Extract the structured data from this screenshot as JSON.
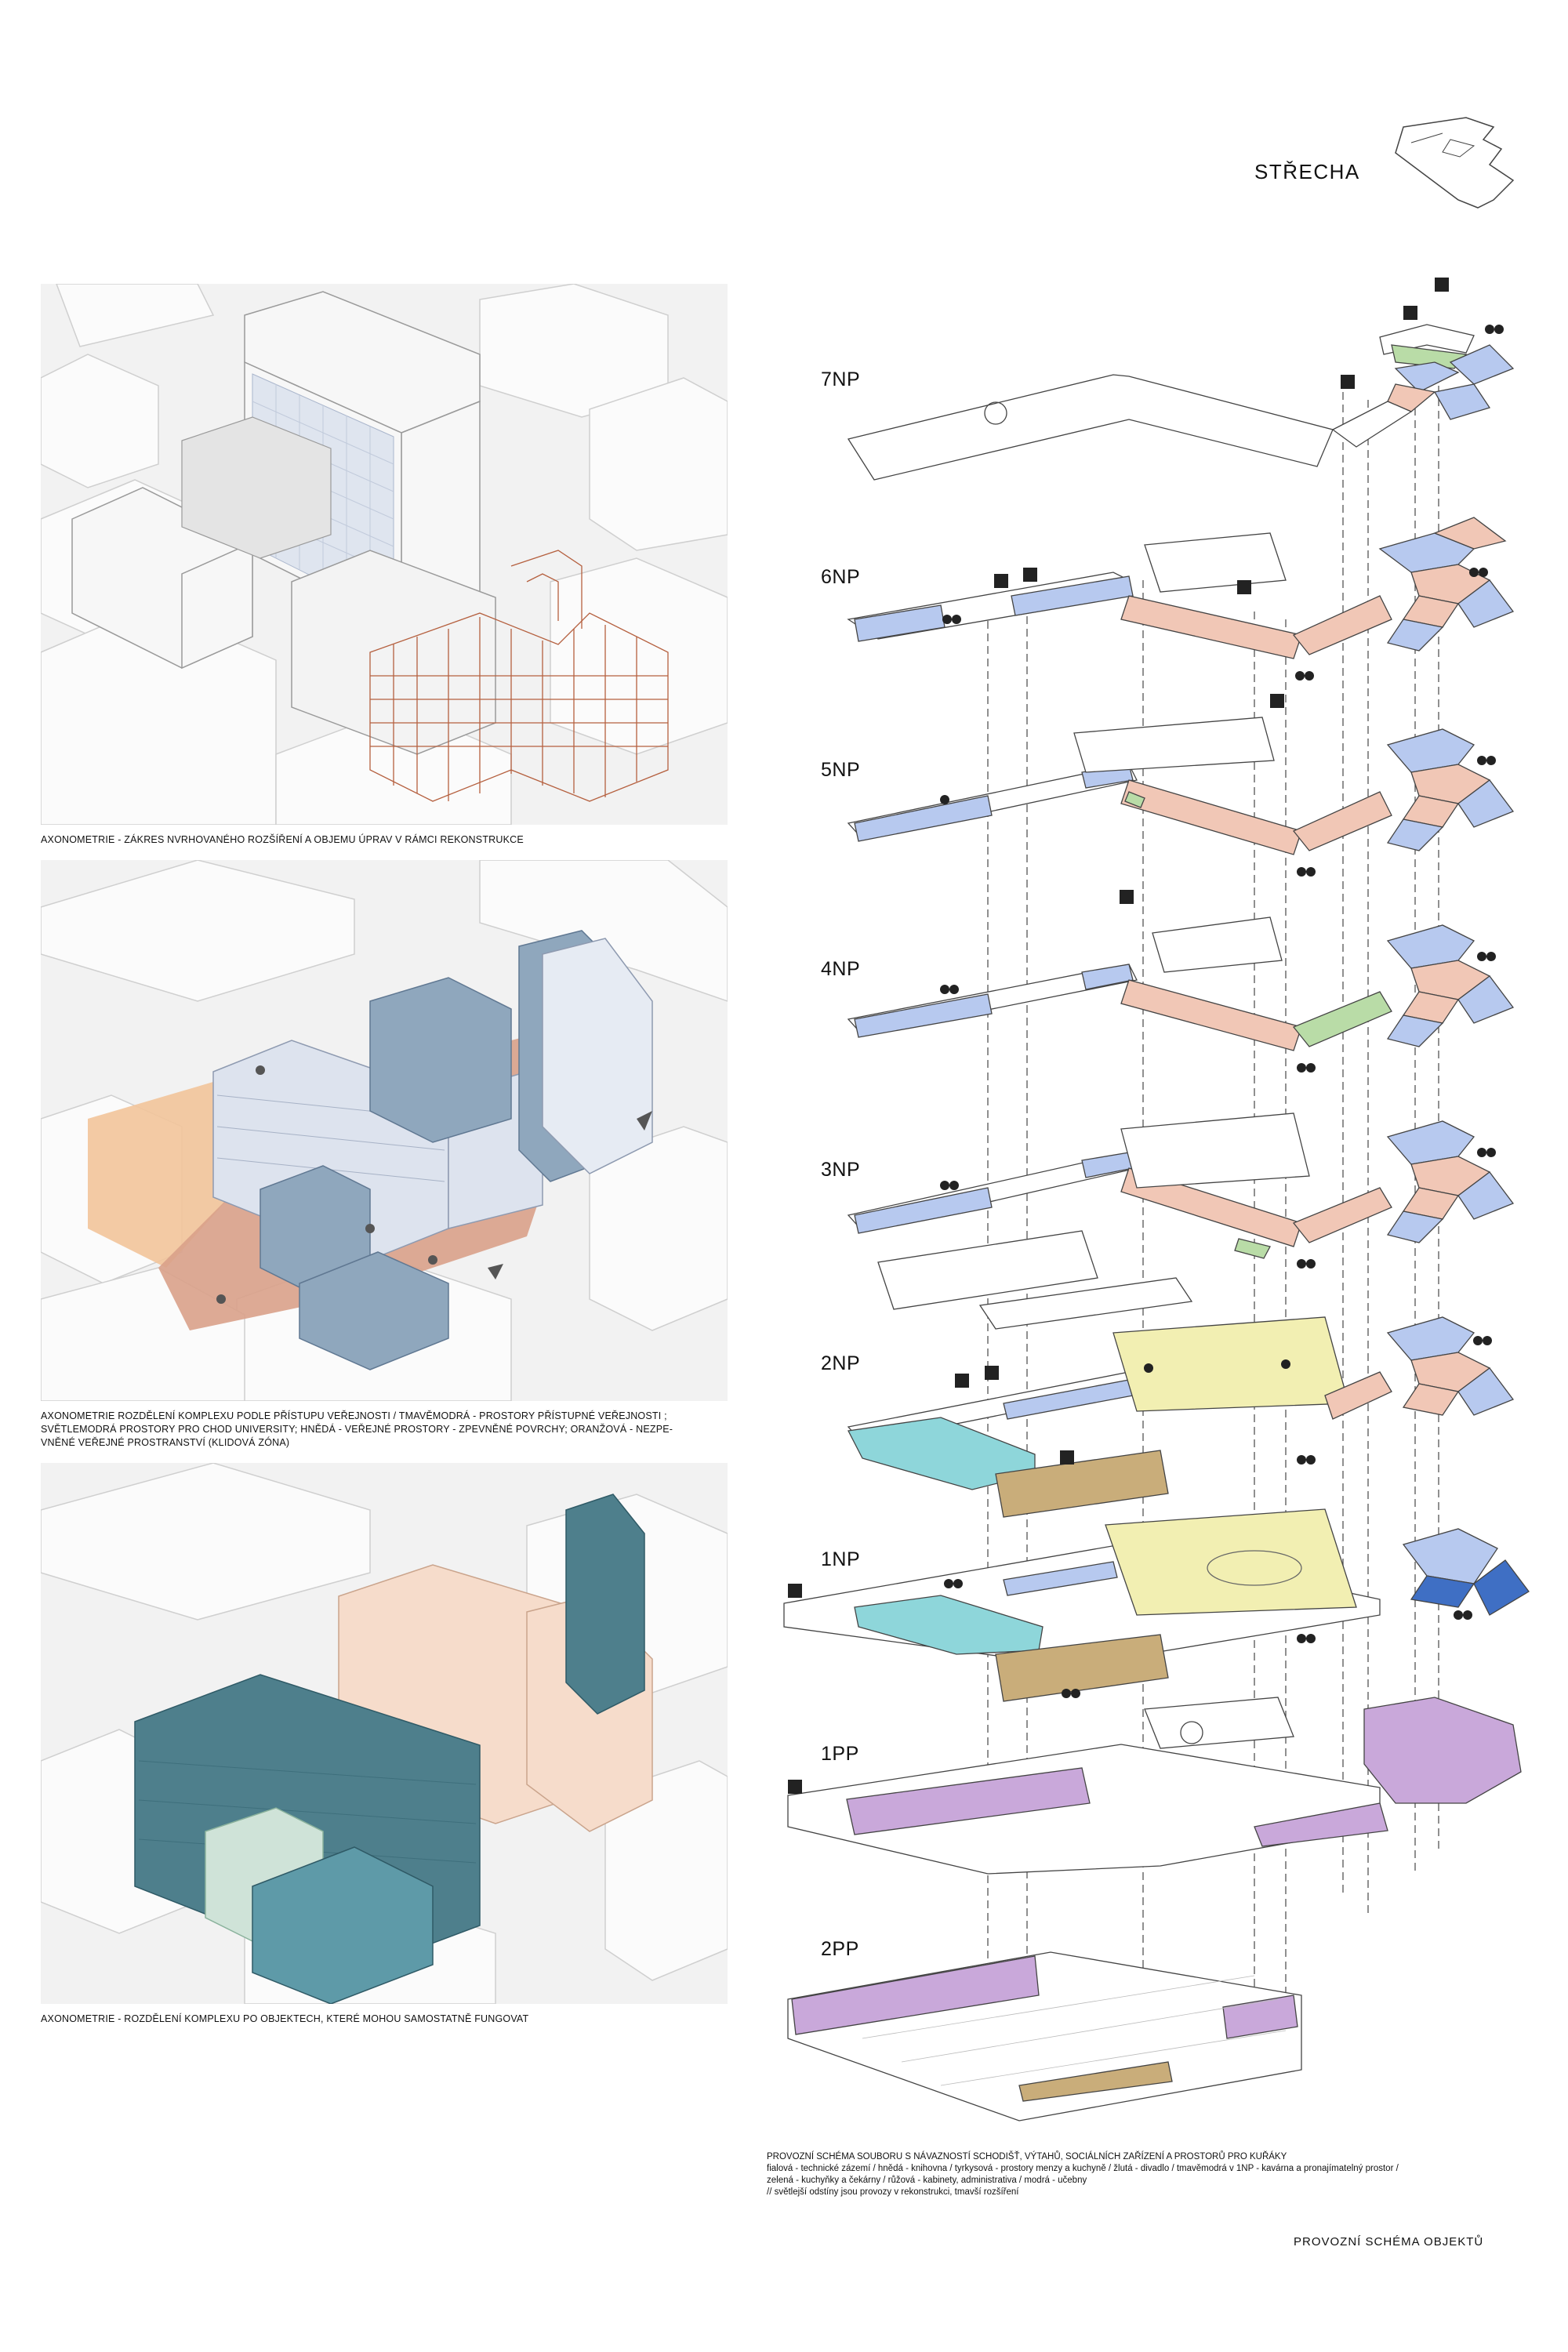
{
  "panels": {
    "p1": {
      "caption": "AXONOMETRIE - ZÁKRES NVRHOVANÉHO ROZŠÍŘENÍ A OBJEMU ÚPRAV V RÁMCI REKONSTRUKCE"
    },
    "p2": {
      "caption_lines": [
        "AXONOMETRIE ROZDĚLENÍ KOMPLEXU PODLE PŘÍSTUPU VEŘEJNOSTI / TMAVĚMODRÁ - PROSTORY PŘÍSTUPNÉ VEŘEJNOSTI ;",
        "SVĚTLEMODRÁ PROSTORY PRO CHOD UNIVERSITY; HNĚDÁ - VEŘEJNÉ PROSTORY - ZPEVNĚNÉ POVRCHY; ORANŽOVÁ - NEZPE-",
        "VNĚNÉ VEŘEJNÉ PROSTRANSTVÍ (KLIDOVÁ ZÓNA)"
      ]
    },
    "p3": {
      "caption": "AXONOMETRIE - ROZDĚLENÍ KOMPLEXU PO OBJEKTECH, KTERÉ MOHOU SAMOSTATNĚ FUNGOVAT"
    }
  },
  "roof_label": "STŘECHA",
  "floors": [
    {
      "label": "7NP"
    },
    {
      "label": "6NP"
    },
    {
      "label": "5NP"
    },
    {
      "label": "4NP"
    },
    {
      "label": "3NP"
    },
    {
      "label": "2NP"
    },
    {
      "label": "1NP"
    },
    {
      "label": "1PP"
    },
    {
      "label": "2PP"
    }
  ],
  "legend": {
    "lines": [
      "PROVOZNÍ SCHÉMA SOUBORU S NÁVAZNOSTÍ SCHODIŠŤ, VÝTAHŮ, SOCIÁLNÍCH ZAŘÍZENÍ A PROSTORŮ PRO KUŘÁKY",
      "fialová - technické zázemí / hnědá - knihovna / tyrkysová - prostory menzy a kuchyně / žlutá - divadlo / tmavěmodrá v 1NP - kavárna a pronajímatelný prostor /",
      "zelená - kuchyňky a čekárny / růžová - kabinety, administrativa / modrá - učebny",
      "// světlejší odstíny jsou provozy v rekonstrukci, tmavší rozšíření"
    ]
  },
  "sheet_title": "PROVOZNÍ SCHÉMA OBJEKTŮ",
  "colors": {
    "violet": "#c9a8da",
    "brown": "#c9ad7a",
    "turquoise": "#8ed6da",
    "yellow": "#f2efb2",
    "dark_blue": "#3f6fc4",
    "blue": "#b7c9ef",
    "pink": "#f1c7b6",
    "green": "#b9dca7",
    "steel_blue": "#8fa7bd",
    "terracotta": "#d9a18a",
    "orange": "#f2c49a",
    "teal": "#4e7f8c",
    "peach": "#f6dccb",
    "mint": "#cfe3d8"
  }
}
